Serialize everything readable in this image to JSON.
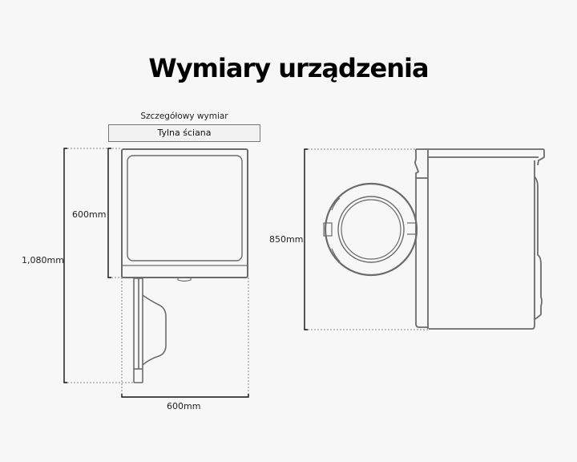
{
  "title": "Wymiary urządzenia",
  "top_view": {
    "subtitle": "Szczegółowy wymiar",
    "wall_label": "Tylna ściana",
    "depth_label": "600mm",
    "total_depth_label": "1,080mm",
    "width_label": "600mm"
  },
  "front_view": {
    "height_label": "850mm"
  },
  "colors": {
    "background": "#f7f7f7",
    "outline": "#6b6b6b",
    "dimension_line": "#111111",
    "text": "#222222"
  }
}
